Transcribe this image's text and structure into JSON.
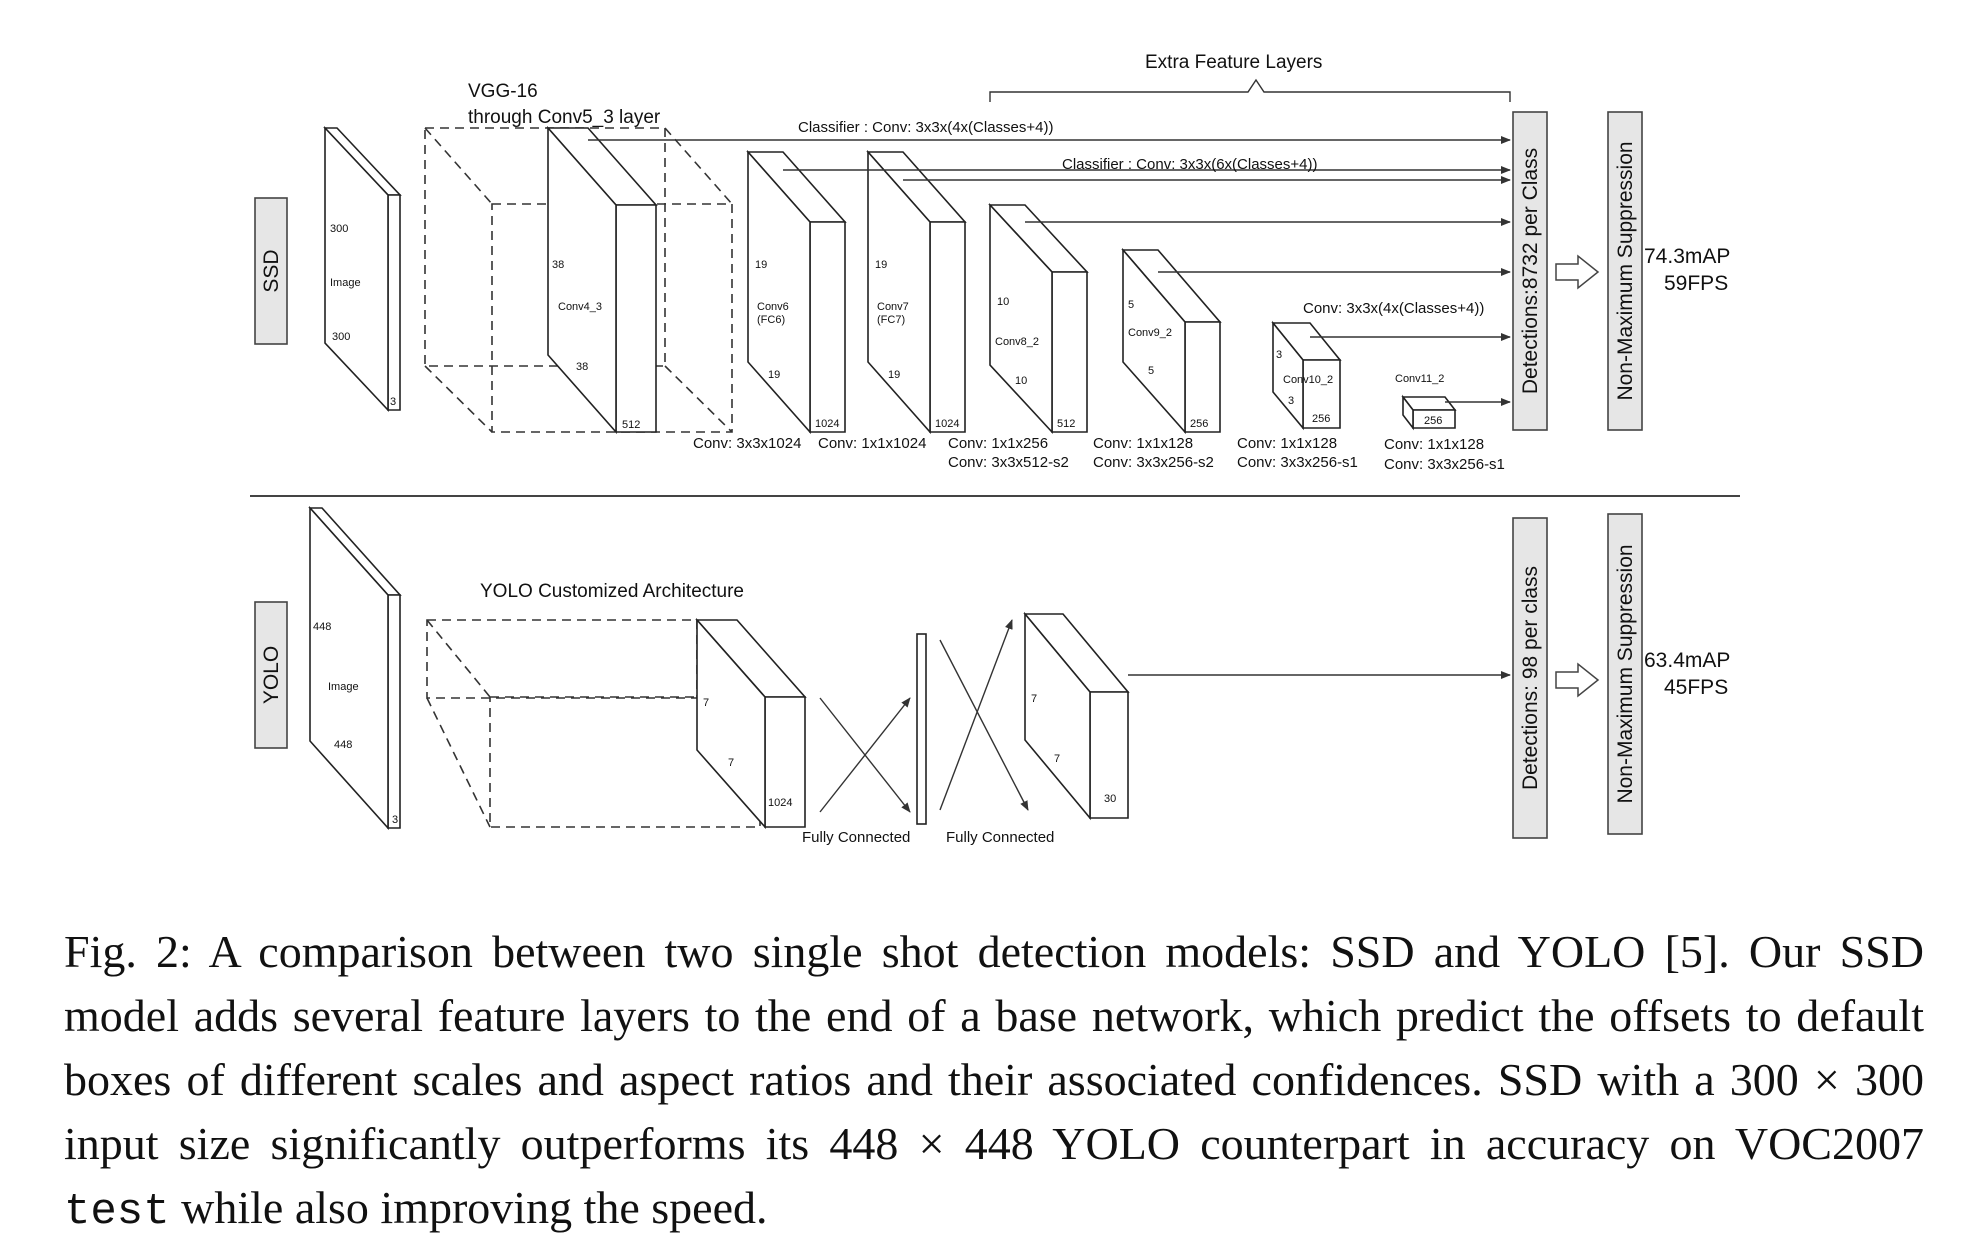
{
  "ssd": {
    "label": "SSD",
    "vgg_line1": "VGG-16",
    "vgg_line2": "through Conv5_3 layer",
    "extra_feature_layers": "Extra Feature Layers",
    "classifier1": "Classifier : Conv: 3x3x(4x(Classes+4))",
    "classifier2": "Classifier : Conv: 3x3x(6x(Classes+4))",
    "classifier3": "Conv: 3x3x(4x(Classes+4))",
    "image": {
      "top": "300",
      "name": "Image",
      "bottom": "300",
      "depth": "3"
    },
    "conv4_3": {
      "top": "38",
      "name": "Conv4_3",
      "bottom": "38",
      "depth": "512"
    },
    "conv6": {
      "top": "19",
      "name1": "Conv6",
      "name2": "(FC6)",
      "bottom": "19",
      "depth": "1024"
    },
    "conv7": {
      "top": "19",
      "name1": "Conv7",
      "name2": "(FC7)",
      "bottom": "19",
      "depth": "1024"
    },
    "conv8_2": {
      "top": "10",
      "name": "Conv8_2",
      "bottom": "10",
      "depth": "512"
    },
    "conv9_2": {
      "top": "5",
      "name": "Conv9_2",
      "bottom": "5",
      "depth": "256"
    },
    "conv10_2": {
      "top": "3",
      "name": "Conv10_2",
      "bottom": "3",
      "depth": "256"
    },
    "conv11_2": {
      "name": "Conv11_2",
      "depth": "256"
    },
    "op1": "Conv: 3x3x1024",
    "op2": "Conv: 1x1x1024",
    "op3a": "Conv: 1x1x256",
    "op3b": "Conv: 3x3x512-s2",
    "op4a": "Conv: 1x1x128",
    "op4b": "Conv: 3x3x256-s2",
    "op5a": "Conv: 1x1x128",
    "op5b": "Conv: 3x3x256-s1",
    "op6a": "Conv: 1x1x128",
    "op6b": "Conv: 3x3x256-s1",
    "detections": "Detections:8732 per Class",
    "nms": "Non-Maximum Suppression",
    "map": "74.3mAP",
    "fps": "59FPS"
  },
  "yolo": {
    "label": "YOLO",
    "arch_title": "YOLO Customized Architecture",
    "image": {
      "top": "448",
      "name": "Image",
      "bottom": "448",
      "depth": "3"
    },
    "feat": {
      "top": "7",
      "bottom": "7",
      "depth": "1024"
    },
    "out": {
      "top": "7",
      "bottom": "7",
      "depth": "30"
    },
    "fc1": "Fully Connected",
    "fc2": "Fully Connected",
    "detections": "Detections: 98 per class",
    "nms": "Non-Maximum Suppression",
    "map": "63.4mAP",
    "fps": "45FPS"
  },
  "caption": {
    "part1": "Fig. 2: A comparison between two single shot detection models: SSD and YOLO [5]. Our SSD model adds several feature layers to the end of a base network, which predict the offsets to default boxes of different scales and aspect ratios and their associated confidences. SSD with a 300 × 300 input size significantly outperforms its 448 × 448 YOLO counterpart in accuracy on VOC2007",
    "mono": "test",
    "part2": "while also improving the speed."
  }
}
